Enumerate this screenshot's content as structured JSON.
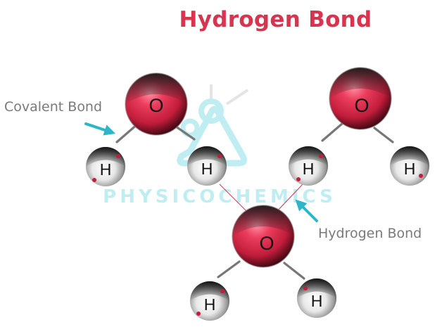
{
  "title": "Hydrogen Bond",
  "labels": {
    "covalent_bond": "Covalent Bond",
    "hydrogen_bond": "Hydrogen Bond"
  },
  "watermark": {
    "text": "PHYSICOCHEMICS"
  },
  "molecules": [
    {
      "oxygen": "O",
      "hydrogens": [
        "H",
        "H"
      ]
    },
    {
      "oxygen": "O",
      "hydrogens": [
        "H",
        "H"
      ]
    },
    {
      "oxygen": "O",
      "hydrogens": [
        "H",
        "H"
      ]
    }
  ],
  "colors": {
    "title": "#d6344f",
    "oxygen": "#d62a4a",
    "arrow": "#2bb6c9",
    "bond": "#777777",
    "hydrogen_bond_line": "#c43a52",
    "watermark": "#b9ecf0"
  }
}
